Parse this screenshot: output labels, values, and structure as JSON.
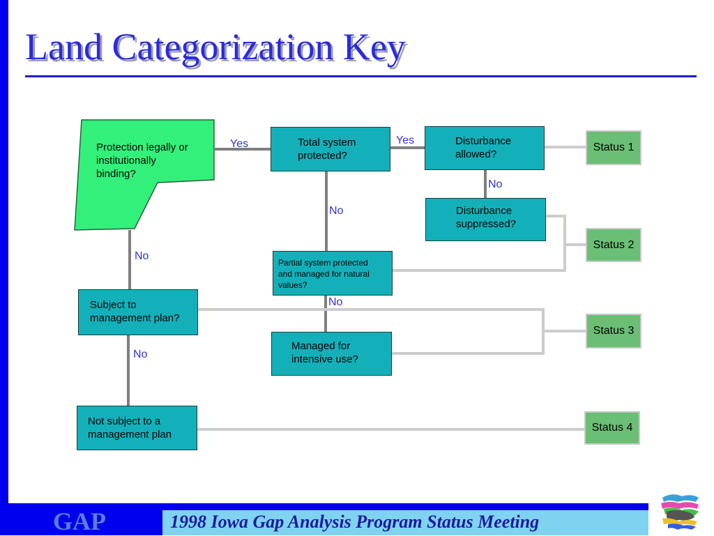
{
  "title": "Land Categorization Key",
  "nodes": {
    "protection": "Protection legally or\ninstitutionally\nbinding?",
    "total": "Total system\nprotected?",
    "disturbance_allowed": "Disturbance\nallowed?",
    "disturbance_suppressed": "Disturbance\nsuppressed?",
    "partial": "Partial system protected\nand managed for natural\nvalues?",
    "subject": "Subject to\nmanagement plan?",
    "managed": "Managed for\nintensive use?",
    "not_subject": "Not subject to a\nmanagement plan"
  },
  "statuses": [
    "Status 1",
    "Status 2",
    "Status 3",
    "Status 4"
  ],
  "edge_labels": {
    "yes_1": "Yes",
    "yes_2": "Yes",
    "no_disturbance": "No",
    "no_total": "No",
    "no_protection": "No",
    "no_partial": "No",
    "no_subject": "No"
  },
  "footer": {
    "program": "GAP",
    "meeting": "1998 Iowa Gap Analysis Program Status Meeting"
  },
  "colors": {
    "decision": "#14b0ba",
    "start": "#33f07a",
    "status": "#6abf75",
    "accent": "#0000ee"
  }
}
